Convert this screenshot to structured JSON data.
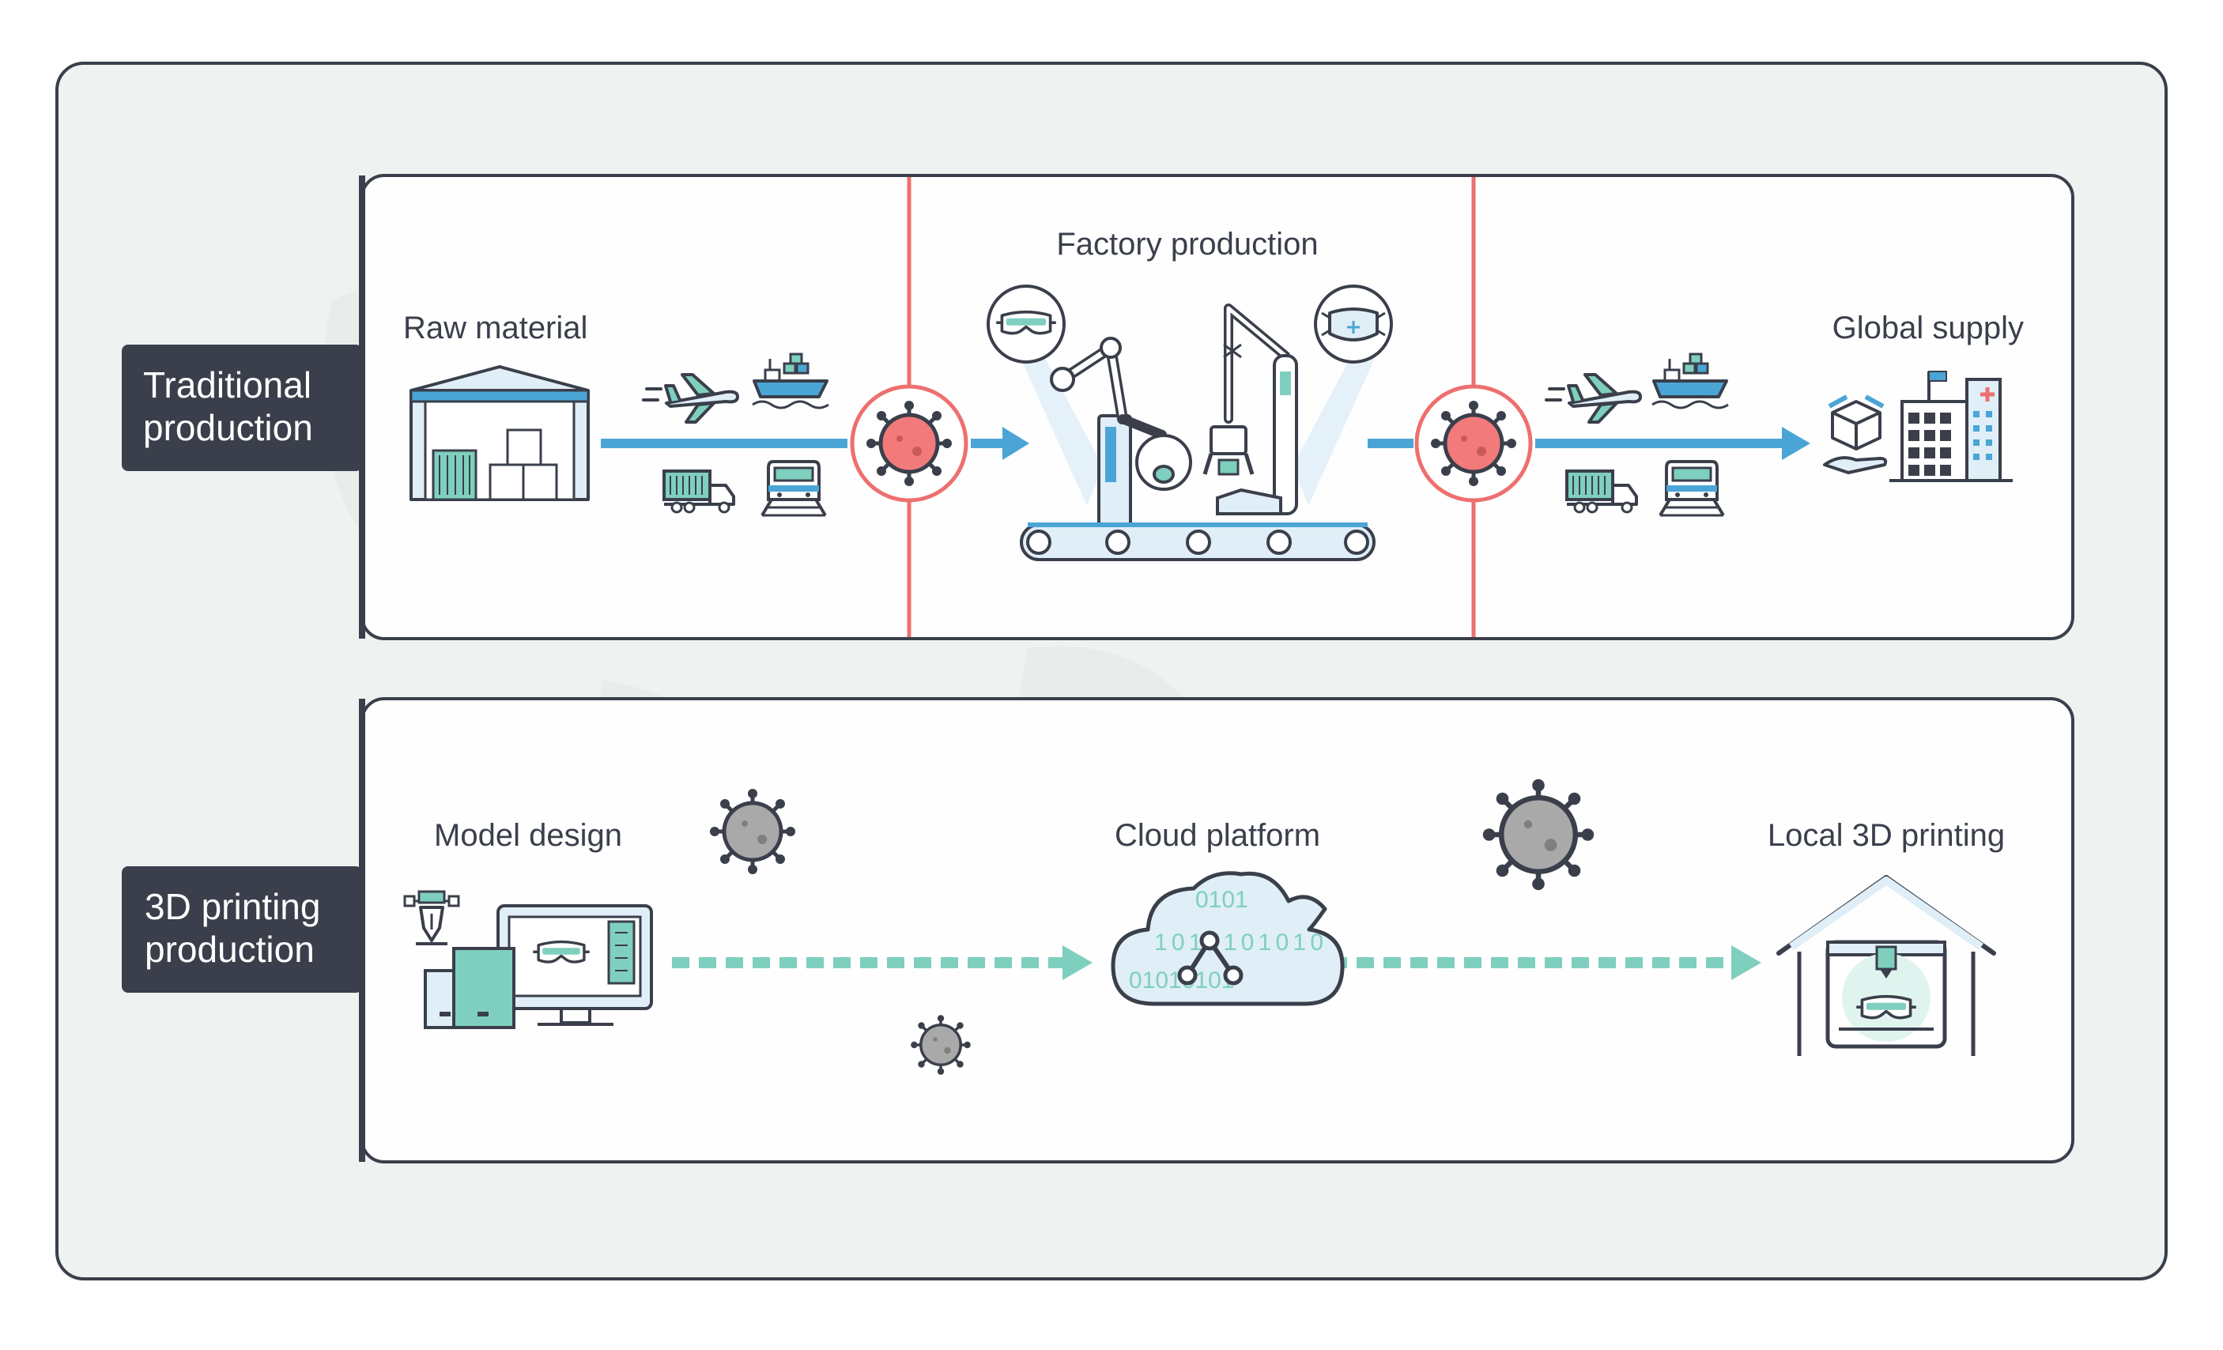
{
  "rows": [
    {
      "tag_line1": "Traditional",
      "tag_line2": "production",
      "stages": [
        "Raw material",
        "Factory production",
        "Global supply"
      ]
    },
    {
      "tag_line1": "3D printing",
      "tag_line2": "production",
      "stages": [
        "Model design",
        "Cloud platform",
        "Local 3D printing"
      ]
    }
  ],
  "cloud_bits": [
    "0101",
    "1010101010",
    "01010101"
  ],
  "colors": {
    "outer_bg": "#eef3f1",
    "dark": "#3a3f4b",
    "arrow_blue": "#4aa5d6",
    "dashed_teal": "#7fcfbf",
    "virus_red": "#f27a7a",
    "virus_grey": "#a9a9a9",
    "divider_red": "#ee6f6f",
    "teal": "#7fcfbf",
    "light_blue": "#dfeef7"
  }
}
